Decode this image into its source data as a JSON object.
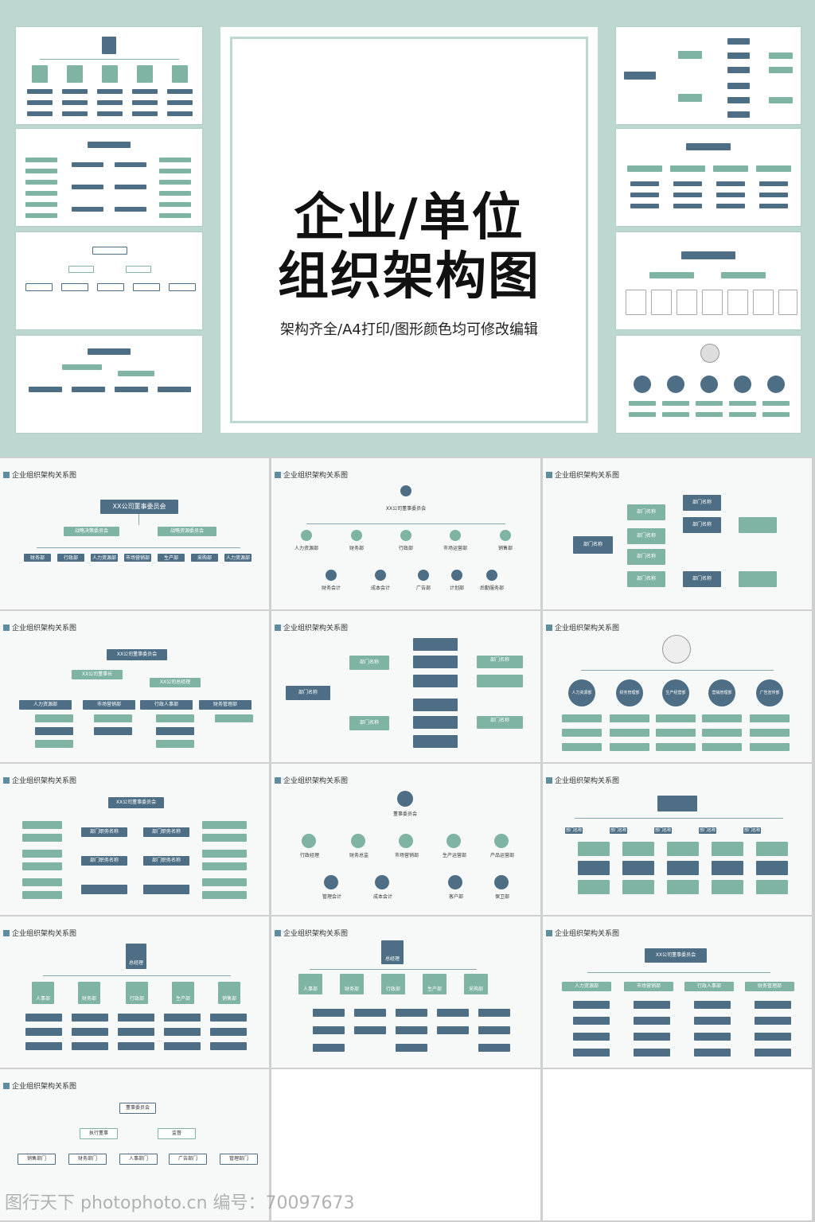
{
  "cover": {
    "title_line1": "企业/单位",
    "title_line2": "组织架构图",
    "subtitle": "架构齐全/A4打印/图形颜色均可修改编辑"
  },
  "slide_header": "企业组织架构关系图",
  "slides": [
    {
      "title": "XX公司董事委员会",
      "nodes": [
        "战略决策委员会",
        "战略资源委员会",
        "财务部",
        "行政部",
        "人力资源部",
        "市场营销部",
        "生产部",
        "采购部",
        "人力资源部"
      ]
    },
    {
      "title": "XX公司董事委员会",
      "nodes": [
        "人力资源部",
        "财务部",
        "行政部",
        "市场运营部",
        "销售部",
        "财务会计",
        "成本会计",
        "广告部",
        "计划部",
        "后勤服务部"
      ]
    },
    {
      "title": "",
      "nodes": [
        "部门名称",
        "部门名称",
        "部门名称",
        "部门名称",
        "部门名称",
        "部门名称",
        "部门名称",
        "部门名称"
      ]
    },
    {
      "title": "XX公司董事委员会",
      "nodes": [
        "XX公司董事长",
        "XX公司总经理",
        "人力资源部",
        "市场营销部",
        "行政人事部",
        "财务管理部"
      ]
    },
    {
      "title": "",
      "nodes": [
        "部门名称",
        "部门名称",
        "部门名称",
        "部门名称",
        "部门名称"
      ]
    },
    {
      "title": "",
      "nodes": [
        "人力资源部",
        "财务管理部",
        "生产经营部",
        "营销管理部",
        "广告宣传部"
      ]
    },
    {
      "title": "XX公司董事委员会",
      "nodes": [
        "部门职务名称",
        "部门职务名称",
        "部门职务名称",
        "部门职务名称"
      ]
    },
    {
      "title": "董事委员会",
      "nodes": [
        "行政经理",
        "财务总监",
        "市场营销部",
        "生产运营部",
        "产品运营部",
        "管理会计",
        "成本会计",
        "客户部",
        "保卫部"
      ]
    },
    {
      "title": "",
      "nodes": [
        "部门名称",
        "部门名称",
        "部门名称",
        "部门名称",
        "部门名称"
      ]
    },
    {
      "title": "总经理",
      "nodes": [
        "人事部",
        "财务部",
        "行政部",
        "生产部",
        "销售部"
      ]
    },
    {
      "title": "总经理",
      "nodes": [
        "人事部",
        "财务部",
        "行政部",
        "生产部",
        "采购部"
      ]
    },
    {
      "title": "XX公司董事委员会",
      "nodes": [
        "人力资源部",
        "市场营销部",
        "行政人事部",
        "财务管理部"
      ]
    },
    {
      "title": "董事委员会",
      "nodes": [
        "执行董事",
        "监督",
        "销售部门",
        "财务部门",
        "人事部门",
        "广告部门",
        "管理部门"
      ]
    }
  ],
  "watermark": "图行天下 photophoto.cn  编号：70097673"
}
